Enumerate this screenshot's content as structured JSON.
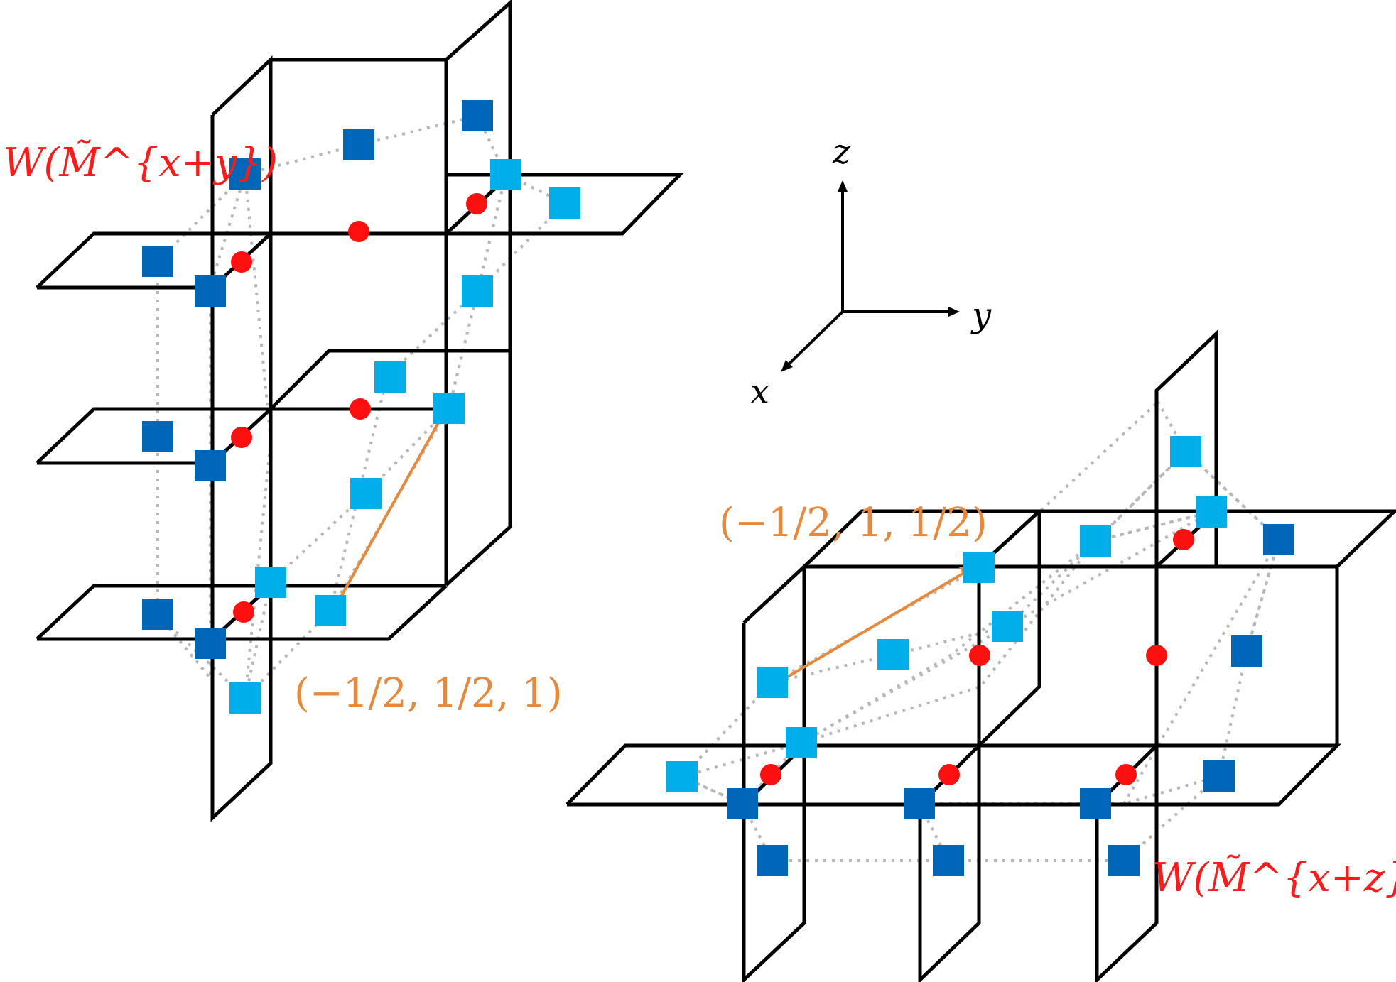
{
  "labels": {
    "left_operator": "W(M̃^{x+y})",
    "right_operator": "W(M̃^{x+z})",
    "left_vector": "(−1/2, 1/2, 1)",
    "right_vector": "(−1/2, 1, 1/2)",
    "axis_x": "x",
    "axis_y": "y",
    "axis_z": "z"
  },
  "colors": {
    "dark_square": "#0066b8",
    "light_square": "#00aeea",
    "red_dot": "#ff1010",
    "vector_arrow": "#e8883a",
    "dotted_link": "#b8b8b8",
    "lattice_line": "#000000",
    "operator_label": "#ff1a1a"
  },
  "legend_marks": {
    "dark_square": "blue-square",
    "light_square": "cyan-square",
    "red_dot": "red-circle"
  }
}
